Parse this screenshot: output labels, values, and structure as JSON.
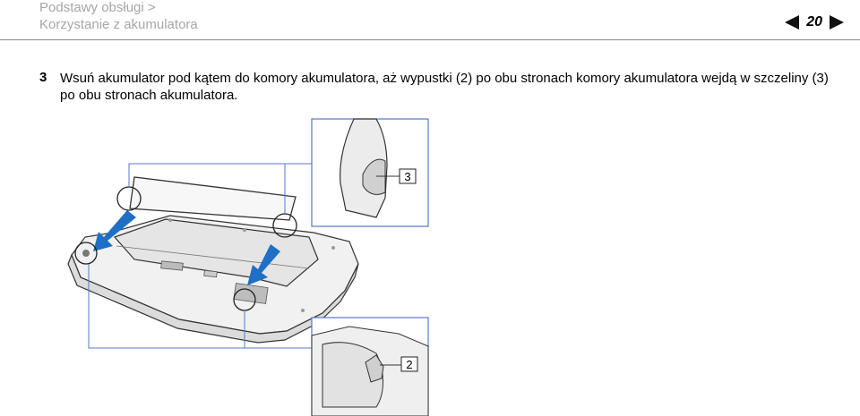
{
  "header": {
    "breadcrumb_1": "Podstawy obsługi >",
    "breadcrumb_2": "Korzystanie z akumulatora",
    "page_number": "20",
    "nav_prev_icon": "triangle-left-icon",
    "nav_next_icon": "triangle-right-icon"
  },
  "step": {
    "number": "3",
    "text": "Wsuń akumulator pod kątem do komory akumulatora, aż wypustki (2) po obu stronach komory akumulatora wejdą w szczeliny (3) po obu stronach akumulatora."
  },
  "illustration": {
    "callout_top": "3",
    "callout_bottom": "2",
    "arrow_color": "#1e6fc5"
  }
}
